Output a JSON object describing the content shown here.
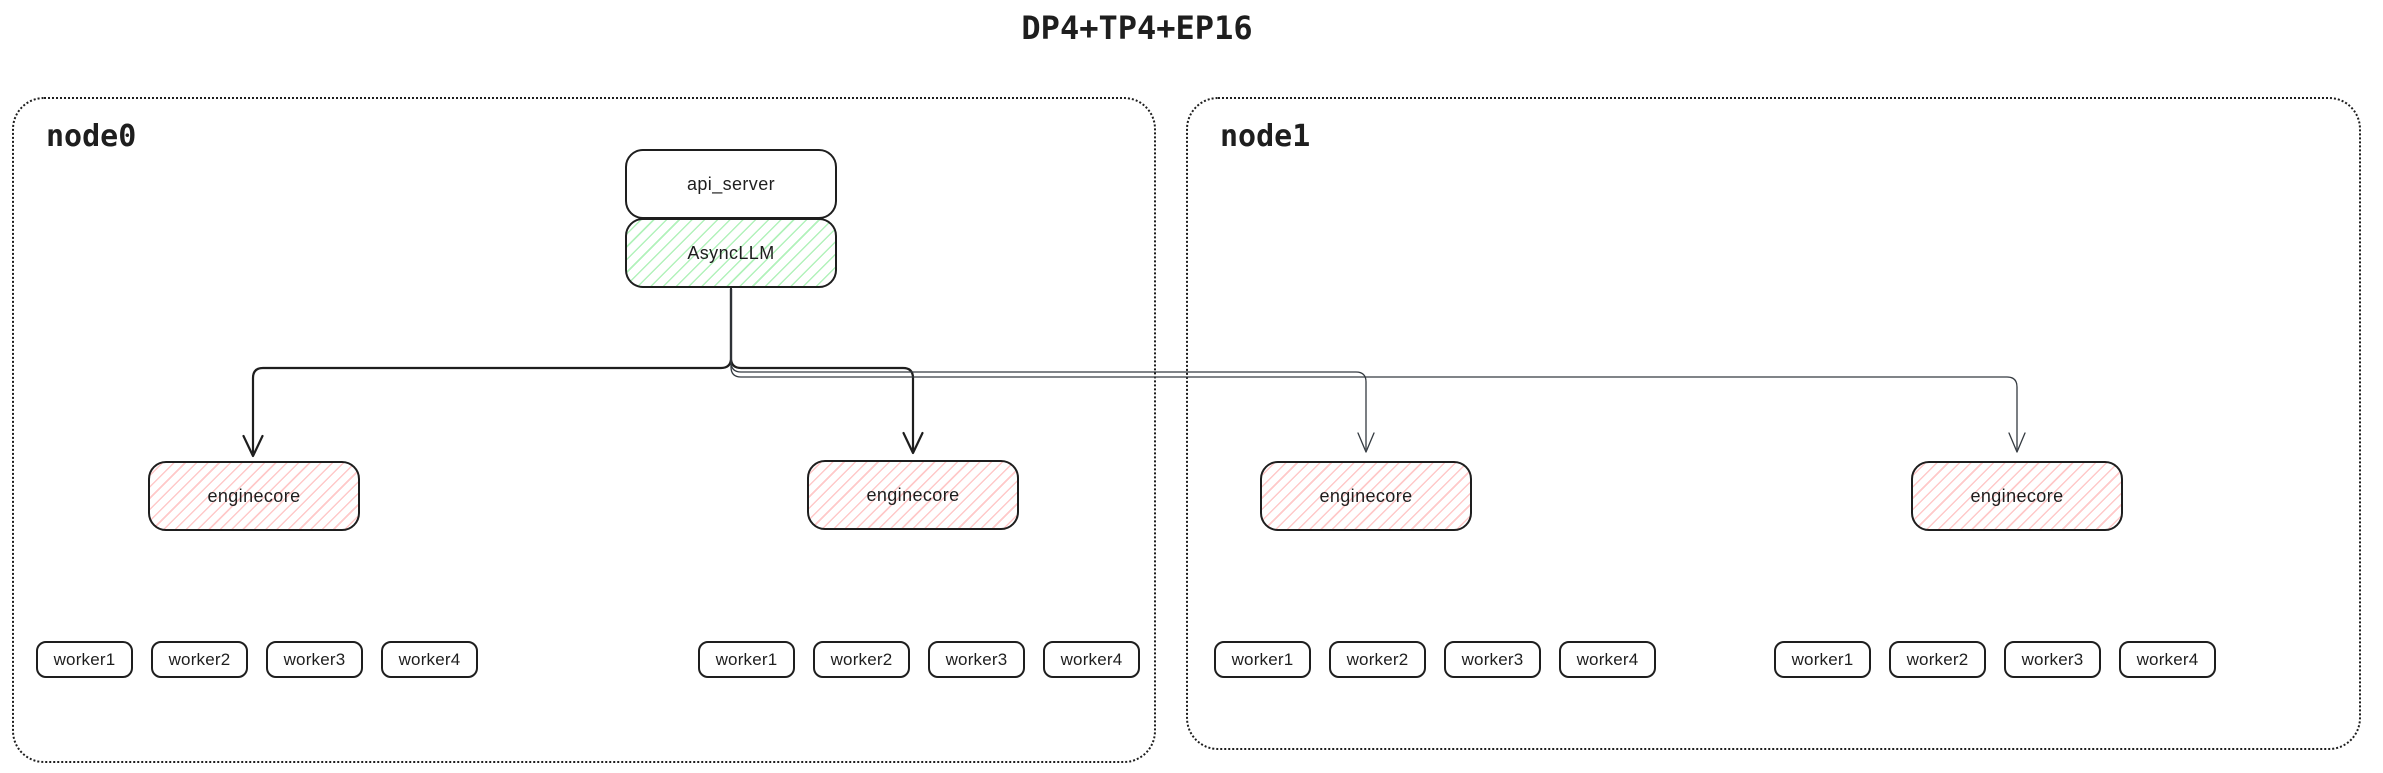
{
  "title": "DP4+TP4+EP16",
  "colors": {
    "stroke": "#1e1e1e",
    "thin_arrow_stroke": "#343a40",
    "green_hatch": "#b2f2bb",
    "red_hatch": "#ffc9c9",
    "background": "#ffffff"
  },
  "node0": {
    "label": "node0",
    "api_server_label": "api_server",
    "async_llm_label": "AsyncLLM",
    "enginecores": [
      {
        "label": "enginecore",
        "workers": [
          "worker1",
          "worker2",
          "worker3",
          "worker4"
        ]
      },
      {
        "label": "enginecore",
        "workers": [
          "worker1",
          "worker2",
          "worker3",
          "worker4"
        ]
      }
    ]
  },
  "node1": {
    "label": "node1",
    "enginecores": [
      {
        "label": "enginecore",
        "workers": [
          "worker1",
          "worker2",
          "worker3",
          "worker4"
        ]
      },
      {
        "label": "enginecore",
        "workers": [
          "worker1",
          "worker2",
          "worker3",
          "worker4"
        ]
      }
    ]
  }
}
